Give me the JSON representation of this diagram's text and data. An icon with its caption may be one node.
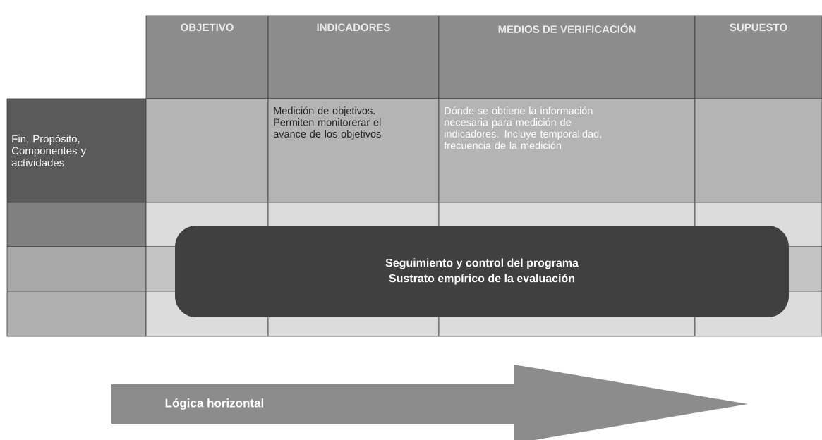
{
  "diagram": {
    "nodes": [
      {
        "text": [
          "Seguimiento y control del programa",
          "Sustrato empírico de la evaluación"
        ]
      },
      {
        "text": [
          "Lógica horizontal"
        ]
      }
    ],
    "labels": [
      "OBJETIVO",
      "INDICADORES",
      "MEDIOS DE VERIFICACIÓN",
      "SUPUESTO",
      "Fin, Propósito, Componentes y actividades",
      "Medición de objetivos. Permiten monitorerar el avance de los objetivos",
      "Dónde se obtiene la información necesaria para medición de indicadores. Incluye temporalidad, frecuencia de la medición"
    ]
  }
}
